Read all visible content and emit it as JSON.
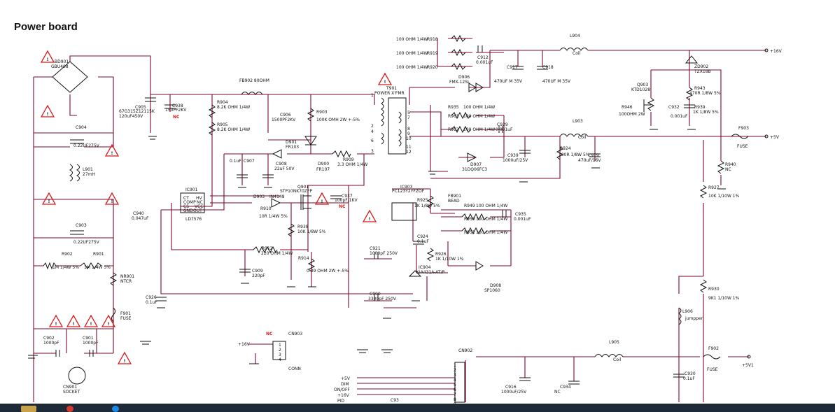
{
  "title": "Power board",
  "colors": {
    "wire": "#7a0a2a",
    "component": "#111111",
    "warning": "#d81b1b",
    "taskbar": "#1e2a38"
  },
  "components": {
    "bd901": [
      "BD901",
      "GBU408"
    ],
    "c905": [
      "C905",
      "67G315Z12115K",
      "120uF450V"
    ],
    "c938": [
      "C938",
      "150PF2KV",
      "NC"
    ],
    "c904": [
      "C904",
      "0.22UF275V"
    ],
    "l901": [
      "L901",
      "27mH"
    ],
    "c903": [
      "C903",
      "0.22UF275V"
    ],
    "r902": [
      "R902",
      "1M 1/4W 5%"
    ],
    "r901": [
      "R901",
      "1M 1/4W 5%"
    ],
    "nr901": [
      "NR901",
      "NTCR"
    ],
    "f901": [
      "F901",
      "FUSE"
    ],
    "c902": [
      "C902",
      "1000pF"
    ],
    "c901": [
      "C901",
      "1000pF"
    ],
    "cn901": [
      "CN901",
      "SOCKET"
    ],
    "c940": [
      "C940",
      "0.047uF"
    ],
    "c926": [
      "C926",
      "0.1uF"
    ],
    "fb902": [
      "FB902 80OHM"
    ],
    "r904": [
      "R904",
      "8.2K OHM 1/4W"
    ],
    "r905": [
      "R905",
      "8.2K OHM 1/4W"
    ],
    "c906": [
      "C906",
      "1500PF2KV"
    ],
    "r903": [
      "R903",
      "100K OMH 2W +-5%"
    ],
    "d901": [
      "D901",
      "FR103"
    ],
    "c907": [
      "0.1uF",
      "C907"
    ],
    "c908": [
      "C908",
      "22uF 50V"
    ],
    "d900": [
      "D900",
      "FR107"
    ],
    "r909": [
      "R909",
      "3.3 OHM 1/4W"
    ],
    "ic901": [
      "IC901",
      "CT",
      "HV",
      "COMP",
      "NC",
      "CS",
      "VCC",
      "GND",
      "OUT",
      "LD7576"
    ],
    "d903": [
      "D903",
      "IN4148"
    ],
    "r910": [
      "R910",
      "10R 1/4W 5%"
    ],
    "q901": [
      "Q901",
      "STP10NK70ZFP"
    ],
    "c937": [
      "C937",
      "100pF/1KV",
      "NC"
    ],
    "r938": [
      "R938",
      "10K 1/8W 5%"
    ],
    "r912": [
      "R912",
      "220 OHM 1/4W"
    ],
    "c909": [
      "C909",
      "220pF"
    ],
    "r914": [
      "R914",
      "0.39 OHM 2W +-5%"
    ],
    "c921": [
      "C921",
      "1000pF 250V"
    ],
    "c900": [
      "C900",
      "3300pF 250V"
    ],
    "cn903": [
      "CN903",
      "CONN",
      "+16V",
      "NC"
    ],
    "t901": [
      "T901",
      "POWER X'FMR"
    ],
    "r918": [
      "100 OHM 1/4W",
      "R918"
    ],
    "r919": [
      "100 OHM 1/4W",
      "R919"
    ],
    "r920": [
      "100 OHM 1/4W",
      "R920"
    ],
    "c912": [
      "C912",
      "0.001uF"
    ],
    "d906": [
      "D906",
      "FMX-12SL"
    ],
    "c917": [
      "C917",
      "470UF M 35V"
    ],
    "c918": [
      "C918",
      "470UF M 35V"
    ],
    "l904": [
      "L904",
      "Coil"
    ],
    "out16v": [
      "+16V"
    ],
    "q903": [
      "Q903",
      "KTD1028"
    ],
    "zd902": [
      "ZD902",
      "TZX18B"
    ],
    "r943": [
      "R943",
      "470R 1/8W 5%"
    ],
    "r946": [
      "R946",
      "100OHM 2W"
    ],
    "c932": [
      "C932",
      "0.001uF"
    ],
    "r939": [
      "R939",
      "1K 1/8W 5%"
    ],
    "r935": [
      "R935",
      "100 OHM 1/4W"
    ],
    "r961": [
      "R961",
      "100 OHM 1/4W"
    ],
    "r962": [
      "R962",
      "100 OHM 1/4W"
    ],
    "c929": [
      "C929",
      "0.001uF"
    ],
    "l903": [
      "L903",
      "Coil"
    ],
    "f903": [
      "F903",
      "FUSE"
    ],
    "out5v": [
      "+5V"
    ],
    "d907": [
      "D907",
      "31DQ06FC3"
    ],
    "c939": [
      "C939",
      "1000uF/25V"
    ],
    "r924": [
      "R924",
      "100R 1/8W 5%"
    ],
    "c919": [
      "C919",
      "470uF/16V"
    ],
    "r940": [
      "R940",
      "NC"
    ],
    "ic903": [
      "IC903",
      "PC123Y2YFZOF"
    ],
    "fb901": [
      "FB901",
      "BEAD"
    ],
    "r925": [
      "R925",
      "1K 1/8W 5%"
    ],
    "r949": [
      "R949",
      "100 OHM 1/4W"
    ],
    "r950": [
      "R950",
      "100 OHM 1/4W"
    ],
    "r951": [
      "R951",
      "100 OHM 1/4W"
    ],
    "c935": [
      "C935",
      "0.001uF"
    ],
    "c924": [
      "C924",
      "0.1uF"
    ],
    "r926": [
      "R926",
      "1K 1/10W 1%"
    ],
    "ic904": [
      "IC904",
      "KIA431A-AT/P"
    ],
    "d908": [
      "D908",
      "SP1060"
    ],
    "r927": [
      "R927",
      "10K 1/10W 1%"
    ],
    "r930": [
      "R930",
      "9K1 1/10W 1%"
    ],
    "l906": [
      "L906",
      "jumpper"
    ],
    "l905": [
      "L905",
      "Coil"
    ],
    "f902": [
      "F902",
      "FUSE"
    ],
    "out5v1": [
      "+5V1"
    ],
    "c930": [
      "C930",
      "0.1uF"
    ],
    "c916": [
      "C916",
      "1000uF/25V"
    ],
    "c934": [
      "C934",
      "NC"
    ],
    "cn902": [
      "CN902"
    ],
    "cn902_pins": [
      "1",
      "2",
      "3",
      "4",
      "5",
      "6",
      "7",
      "8",
      "9"
    ],
    "cn902_labels": [
      "+5V",
      "DIM",
      "ON/OFF",
      "+16V",
      "PID"
    ],
    "c93x": [
      "C93"
    ],
    "t901_pins": [
      "1",
      "2",
      "4",
      "3",
      "5",
      "6",
      "7",
      "8",
      "9",
      "10",
      "11",
      "12"
    ]
  }
}
